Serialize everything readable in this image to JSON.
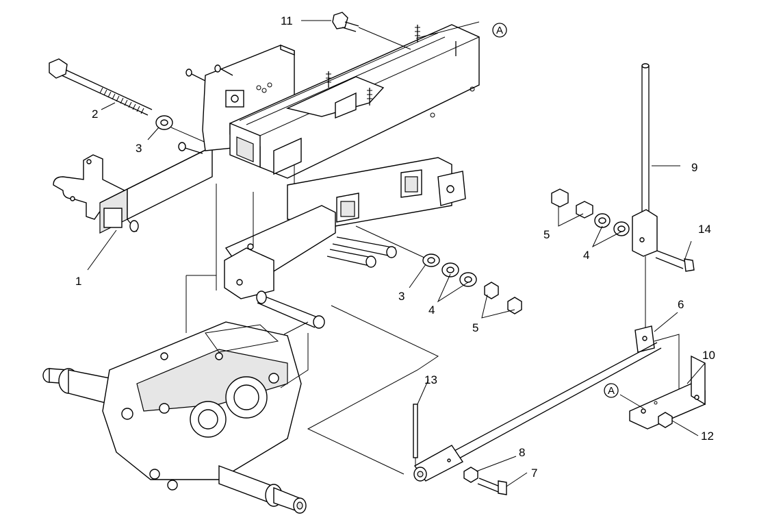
{
  "diagram": {
    "callouts": [
      {
        "id": "c1",
        "text": "1"
      },
      {
        "id": "c2",
        "text": "2"
      },
      {
        "id": "c3a",
        "text": "3"
      },
      {
        "id": "c3b",
        "text": "3"
      },
      {
        "id": "c4a",
        "text": "4"
      },
      {
        "id": "c4b",
        "text": "4"
      },
      {
        "id": "c5a",
        "text": "5"
      },
      {
        "id": "c5b",
        "text": "5"
      },
      {
        "id": "c6",
        "text": "6"
      },
      {
        "id": "c7",
        "text": "7"
      },
      {
        "id": "c8",
        "text": "8"
      },
      {
        "id": "c9",
        "text": "9"
      },
      {
        "id": "c10",
        "text": "10"
      },
      {
        "id": "c11",
        "text": "11"
      },
      {
        "id": "c12",
        "text": "12"
      },
      {
        "id": "c13",
        "text": "13"
      },
      {
        "id": "c14",
        "text": "14"
      }
    ],
    "reference_markers": [
      "A",
      "A"
    ]
  }
}
